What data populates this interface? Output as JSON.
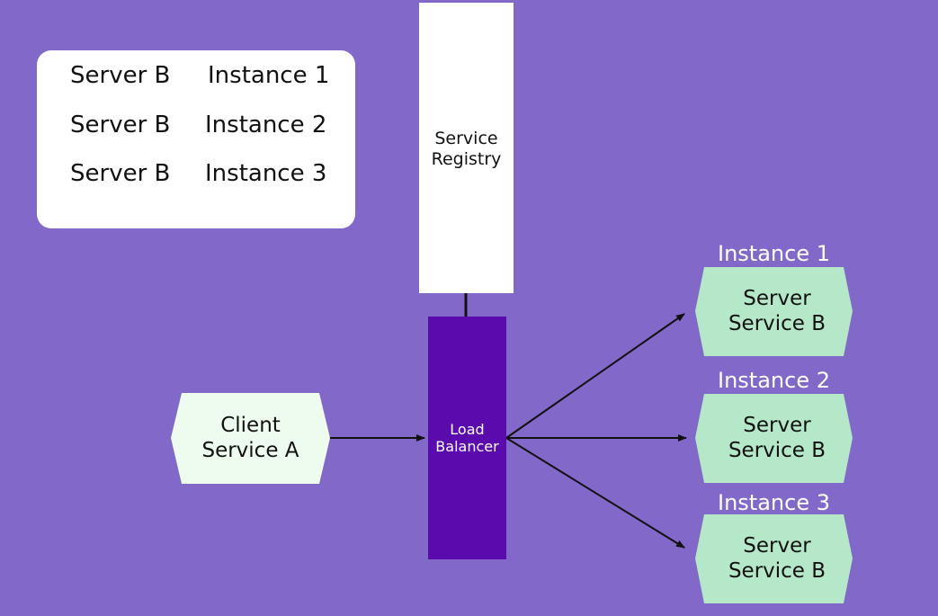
{
  "registry_table": {
    "rows": [
      {
        "server": "Server B",
        "instance": "Instance 1"
      },
      {
        "server": "Server B",
        "instance": "Instance 2"
      },
      {
        "server": "Server B",
        "instance": "Instance 3"
      }
    ]
  },
  "service_registry": {
    "line1": "Service",
    "line2": "Registry"
  },
  "load_balancer": {
    "line1": "Load",
    "line2": "Balancer"
  },
  "client": {
    "line1": "Client",
    "line2": "Service A"
  },
  "instances": [
    {
      "title": "Instance 1",
      "line1": "Server",
      "line2": "Service B"
    },
    {
      "title": "Instance 2",
      "line1": "Server",
      "line2": "Service B"
    },
    {
      "title": "Instance 3",
      "line1": "Server",
      "line2": "Service B"
    }
  ],
  "colors": {
    "background": "#8268c8",
    "load_balancer": "#5b0aae",
    "client_fill": "#eefbef",
    "instance_fill": "#b4e8c9"
  }
}
